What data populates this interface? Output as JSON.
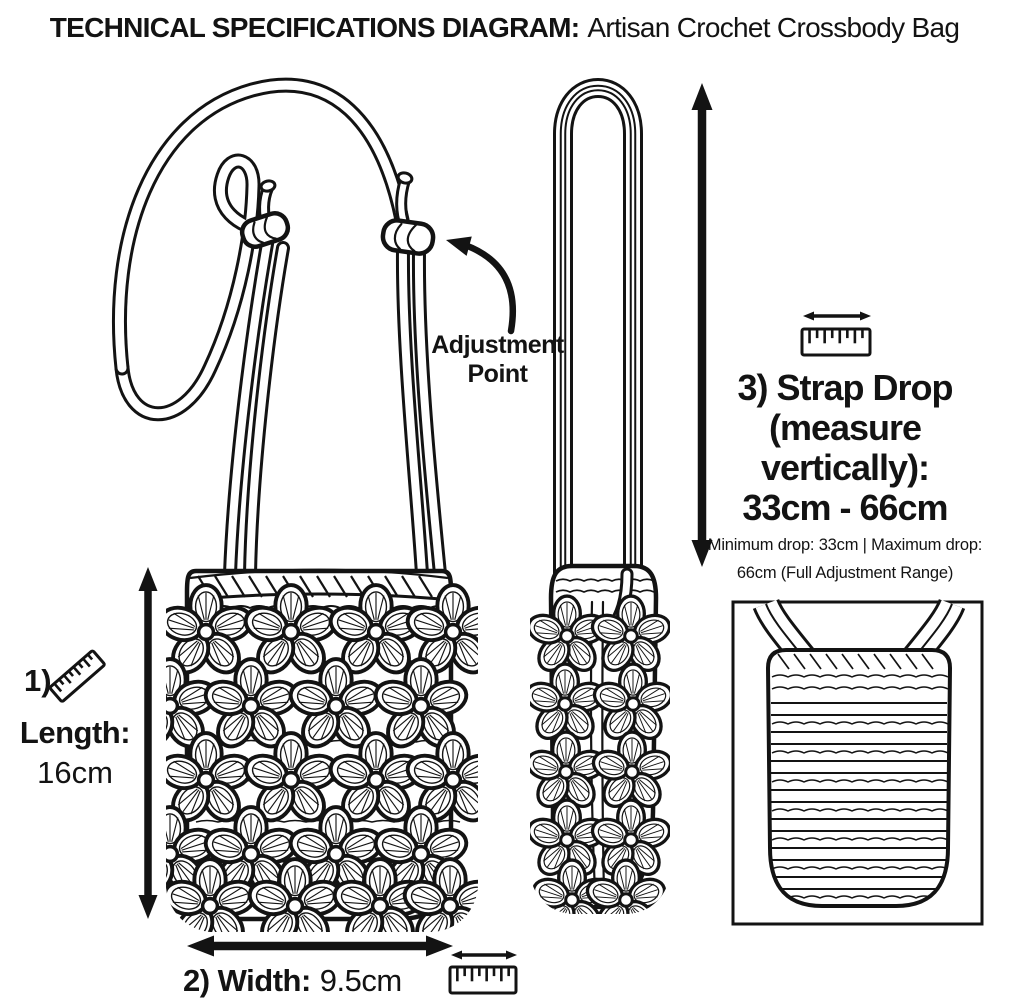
{
  "title": {
    "label_bold": "TECHNICAL SPECIFICATIONS DIAGRAM:",
    "label_regular": "Artisan Crochet Crossbody Bag"
  },
  "callouts": {
    "adjustment_point": {
      "lines": [
        "Adjustment",
        "Point"
      ]
    }
  },
  "measurements": {
    "length": {
      "index": "1)",
      "label": "Length:",
      "value": "16cm"
    },
    "width": {
      "index_label": "2) Width:",
      "value": "9.5cm"
    },
    "strap_drop": {
      "heading_lines": [
        "3) Strap Drop",
        "(measure",
        "vertically):",
        "33cm - 66cm"
      ],
      "note_lines": [
        "Minimum drop: 33cm | Maximum drop:",
        "66cm (Full Adjustment Range)"
      ]
    }
  },
  "icons": {
    "ruler": "ruler-icon",
    "measure_arrow": "double-headed-arrow",
    "adjustment_pointer": "curved-arrow"
  },
  "colors": {
    "ink": "#131313",
    "background": "#ffffff"
  }
}
